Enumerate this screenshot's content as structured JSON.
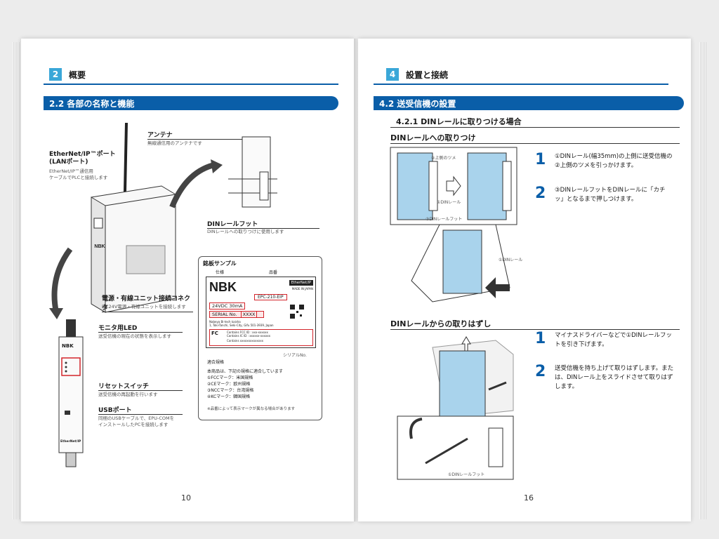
{
  "left": {
    "chapter_num": "2",
    "chapter_title": "概要",
    "section_title": "2.2  各部の名称と機能",
    "page_number": "10",
    "callouts": {
      "antenna": {
        "title": "アンテナ",
        "desc": "無線通信用のアンテナです"
      },
      "ethernet": {
        "title": "EtherNet/IP™ポート\n(LANポート)",
        "desc": "EtherNet/IP™通信用\nケーブルでPLCと接続します"
      },
      "din_foot": {
        "title": "DINレールフット",
        "desc": "DINレールへの取りつけに使用します"
      },
      "power": {
        "title": "電源・有線ユニット接続コネクタ",
        "desc": "DC24V電源・有線ユニットを接続します"
      },
      "monitor": {
        "title": "モニタ用LED",
        "desc": "送受信機の現在の状態を表示します"
      },
      "reset": {
        "title": "リセットスイッチ",
        "desc": "送受信機の再起動を行います"
      },
      "usb": {
        "title": "USBポート",
        "desc": "同梱のUSBケーブルで、EPU-COMを\nインストールしたPCを接続します"
      }
    },
    "plate": {
      "title": "銘板サンプル",
      "spec_label": "仕様",
      "model_label": "品番",
      "brand": "NBK",
      "protocol": "EtherNet/IP",
      "made_in": "MADE IN JAPAN",
      "model": "EPC-210-EIP",
      "voltage": "24VDC  30mA",
      "serial_label": "SERIAL  No.",
      "serial_value": "XXXX",
      "maker": "Nabeya Bi-tech kaisha",
      "address": "1, Toki-Tanchi, Seki-City, Gifu 501-3939, Japan",
      "fcc_line1": "Contains FCC ID : xxx-xxxxxx",
      "fcc_line2": "Contains IC ID : xxxxxx-xxxxxx",
      "ce_line": "Contains xxxxxxxxxxxxxx",
      "serial_arrow": "シリアルNo.",
      "compliance_label": "適合規格",
      "compliance_intro": "本商品は、下記の規格に適合しています",
      "standards": [
        "①FCCマーク：米国規格",
        "②CEマーク：欧州規格",
        "③NCCマーク：台湾規格",
        "④KCマーク：韓国規格"
      ],
      "note": "※品番によって表示マークが異なる場合があります"
    },
    "front_brand": "NBK",
    "front_label": "EtherNet/IP"
  },
  "right": {
    "chapter_num": "4",
    "chapter_title": "設置と接続",
    "section_title": "4.2  送受信機の設置",
    "page_number": "16",
    "subsection": "4.2.1  DINレールに取りつける場合",
    "mount_heading": "DINレールへの取りつけ",
    "remove_heading": "DINレールからの取りはずし",
    "mount_steps": [
      {
        "num": "1",
        "text": "①DINレール(幅35mm)の上側に送受信機の②上側のツメを引っかけます。"
      },
      {
        "num": "2",
        "text": "③DINレールフットをDINレールに「カチッ」となるまで押しつけます。"
      }
    ],
    "remove_steps": [
      {
        "num": "1",
        "text": "マイナスドライバーなどで①DINレールフットを引き下げます。"
      },
      {
        "num": "2",
        "text": "送受信機を持ち上げて取りはずします。または、DINレール上をスライドさせて取りはずします。"
      }
    ],
    "diagram_labels": {
      "hook": "②上側のツメ",
      "rail": "①DINレール",
      "foot": "③DINレールフット",
      "rail2": "①DINレール",
      "foot2": "①DINレールフット"
    }
  },
  "colors": {
    "accent": "#0a5ea8",
    "chapter_tab": "#3aa7d8",
    "device_blue": "#a9d3ec",
    "highlight_red": "#d3242a"
  }
}
